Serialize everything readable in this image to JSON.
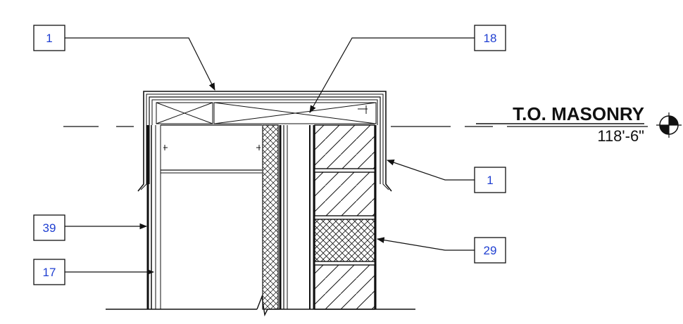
{
  "level": {
    "title": "T.O. MASONRY",
    "elevation": "118'-6\""
  },
  "tags": {
    "t1_top": "1",
    "t18": "18",
    "t1_right": "1",
    "t39": "39",
    "t29": "29",
    "t17": "17"
  },
  "colors": {
    "line": "#111111",
    "tag_text": "#1f3fd1"
  }
}
